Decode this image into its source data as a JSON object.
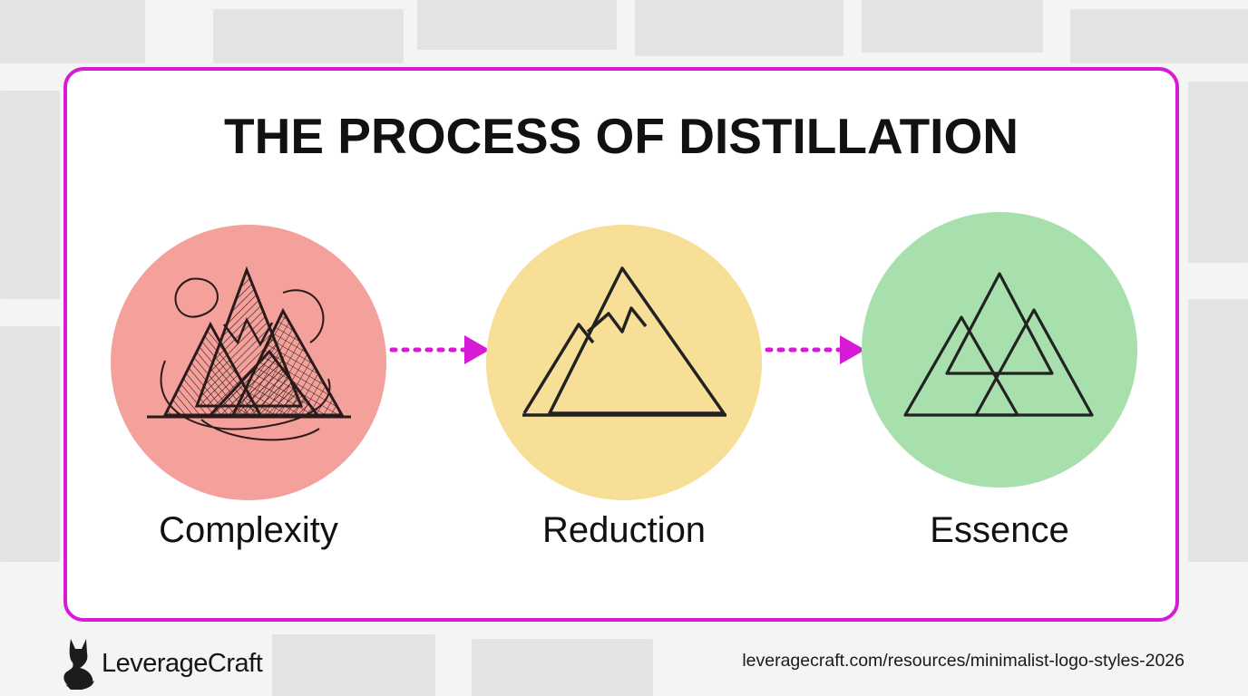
{
  "title": "THE PROCESS OF DISTILLATION",
  "accent_color": "#d61ad6",
  "stages": [
    {
      "label": "Complexity",
      "color": "#f3a19a",
      "icon": "complex-mountain-icon"
    },
    {
      "label": "Reduction",
      "color": "#f8df97",
      "icon": "simplified-mountain-icon"
    },
    {
      "label": "Essence",
      "color": "#a7e0ad",
      "icon": "geometric-mountain-icon"
    }
  ],
  "footer": {
    "brand_name": "LeverageCraft",
    "brand_icon": "fox-logo-icon",
    "url": "leveragecraft.com/resources/minimalist-logo-styles-2026"
  }
}
